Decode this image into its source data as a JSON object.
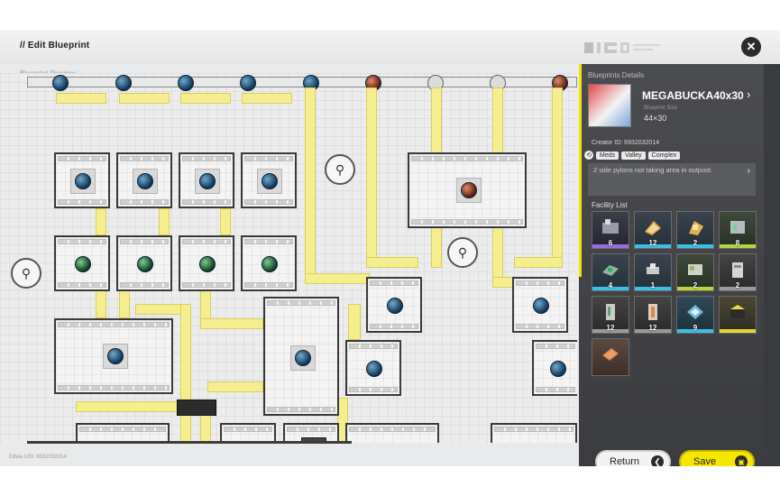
{
  "header": {
    "title": "// Edit Blueprint",
    "close_icon": "close-icon"
  },
  "preview": {
    "label": "Blueprint Preview"
  },
  "status": {
    "text": "Edwa    UID: 6932032014"
  },
  "details": {
    "section_label": "Blueprints Details",
    "name": "MEGABUCKA40x30",
    "size_label": "Blueprint Size",
    "size_value": "44×30",
    "creator": "Creator ID: 6932032014",
    "tags": [
      "Meds",
      "Valley",
      "Complex"
    ],
    "description": "2 side pylons not taking area in outpost."
  },
  "facility_list": {
    "label": "Facility List",
    "items": [
      {
        "icon": "refinery-icon",
        "count": "6",
        "rarity": "purple"
      },
      {
        "icon": "crusher-icon",
        "count": "12",
        "rarity": "blue"
      },
      {
        "icon": "shredder-icon",
        "count": "2",
        "rarity": "blue"
      },
      {
        "icon": "fitting-unit-icon",
        "count": "8",
        "rarity": "green"
      },
      {
        "icon": "mover-icon",
        "count": "4",
        "rarity": "blue"
      },
      {
        "icon": "splitter-icon",
        "count": "1",
        "rarity": "blue"
      },
      {
        "icon": "packer-icon",
        "count": "2",
        "rarity": "green"
      },
      {
        "icon": "storage-icon",
        "count": "2",
        "rarity": "gray"
      },
      {
        "icon": "tower-icon",
        "count": "12",
        "rarity": "gray"
      },
      {
        "icon": "reactor-icon",
        "count": "12",
        "rarity": "gray"
      },
      {
        "icon": "planting-unit-icon",
        "count": "9",
        "rarity": "blue"
      },
      {
        "icon": "thermal-bank-icon",
        "count": "",
        "rarity": "yellow"
      },
      {
        "icon": "foundation-plate-icon",
        "count": "",
        "rarity": "none"
      }
    ]
  },
  "actions": {
    "return_label": "Return",
    "save_label": "Save"
  },
  "colors": {
    "accent": "#f5e400",
    "belt": "#f6ee8e",
    "panel": "#45464a"
  }
}
